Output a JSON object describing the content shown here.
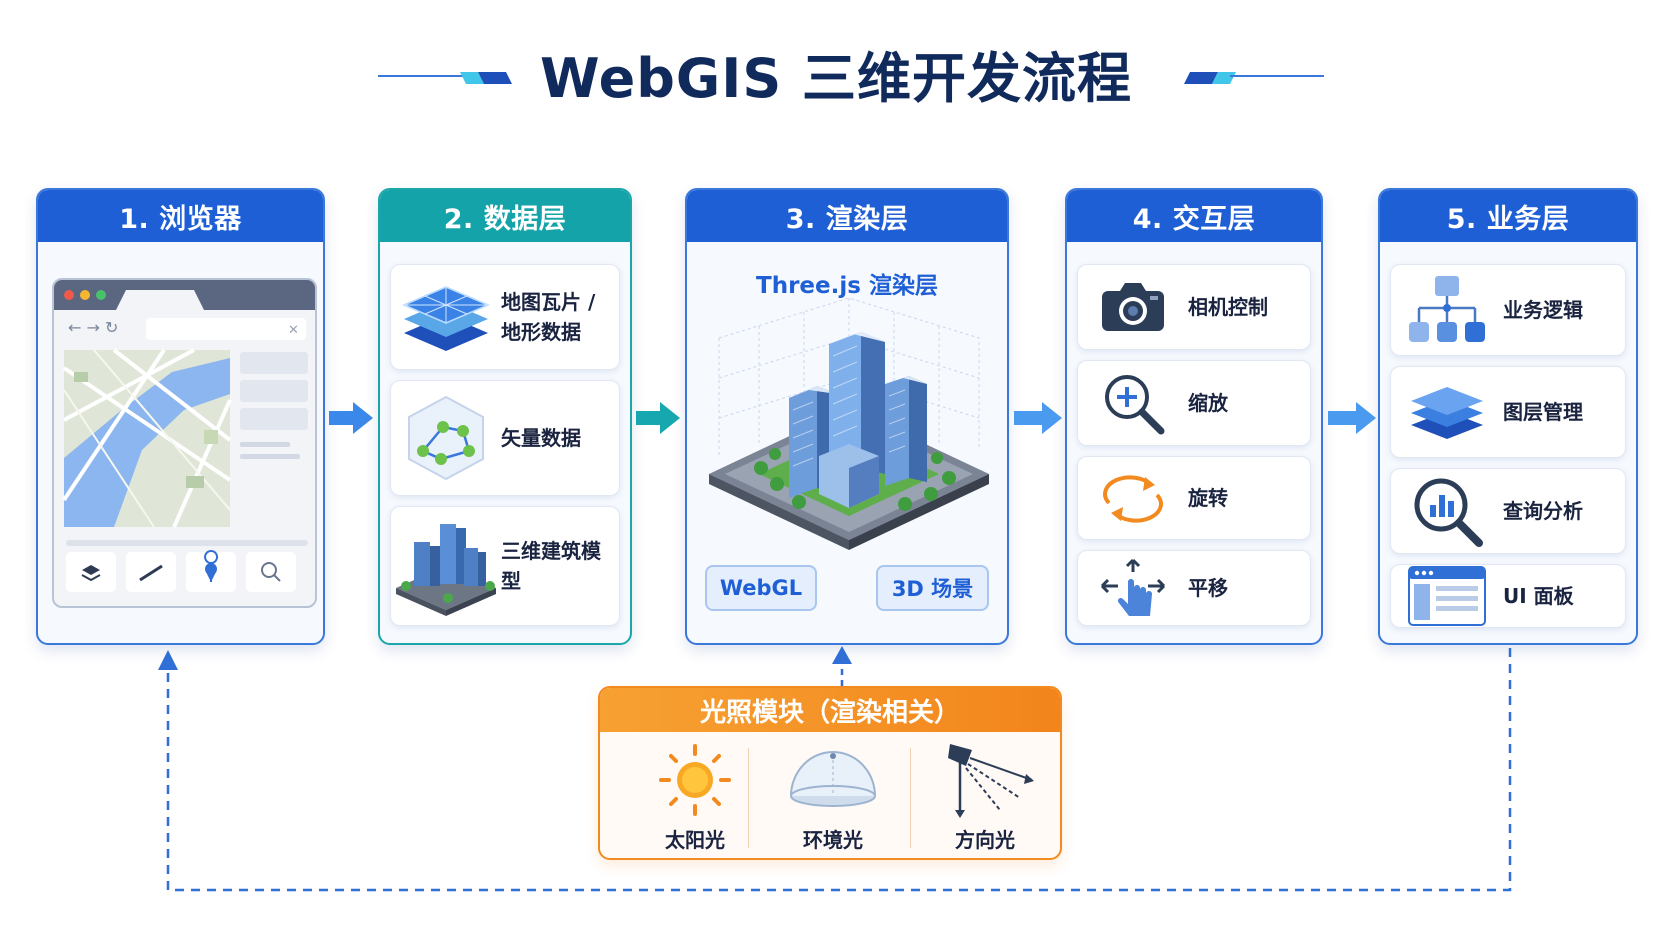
{
  "title": "WebGIS 三维开发流程",
  "panels": {
    "browser": {
      "header": "1. 浏览器"
    },
    "data": {
      "header": "2. 数据层",
      "items": [
        {
          "line1": "地图瓦片 /",
          "line2": "地形数据",
          "icon": "layered-tiles-icon"
        },
        {
          "label": "矢量数据",
          "icon": "vector-nodes-icon"
        },
        {
          "label": "三维建筑模型",
          "icon": "buildings-icon"
        }
      ]
    },
    "render": {
      "header": "3. 渲染层",
      "subtitle": "Three.js 渲染层",
      "pills": [
        "WebGL",
        "3D 场景"
      ]
    },
    "interaction": {
      "header": "4. 交互层",
      "items": [
        {
          "label": "相机控制",
          "icon": "camera-icon"
        },
        {
          "label": "缩放",
          "icon": "zoom-in-icon"
        },
        {
          "label": "旋转",
          "icon": "rotate-icon"
        },
        {
          "label": "平移",
          "icon": "pan-hand-icon"
        }
      ]
    },
    "business": {
      "header": "5. 业务层",
      "items": [
        {
          "label": "业务逻辑",
          "icon": "hierarchy-icon"
        },
        {
          "label": "图层管理",
          "icon": "layers-icon"
        },
        {
          "label": "查询分析",
          "icon": "search-chart-icon"
        },
        {
          "label": "UI 面板",
          "icon": "ui-window-icon"
        }
      ]
    }
  },
  "lighting": {
    "header": "光照模块（渲染相关）",
    "items": [
      {
        "label": "太阳光",
        "icon": "sun-icon"
      },
      {
        "label": "环境光",
        "icon": "dome-icon"
      },
      {
        "label": "方向光",
        "icon": "spotlight-icon"
      }
    ]
  },
  "colors": {
    "primary_blue": "#1f5fd6",
    "teal": "#14a3a8",
    "orange": "#f2851c",
    "title": "#102a5c"
  }
}
